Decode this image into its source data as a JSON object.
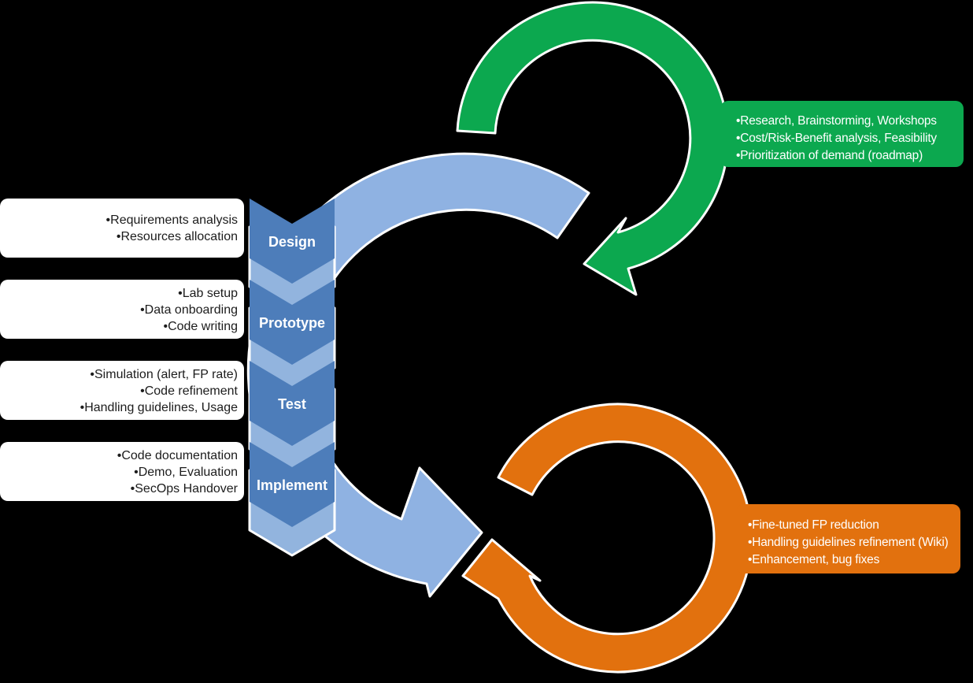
{
  "colors": {
    "background": "#000000",
    "chevron_dark": "#4d7dba",
    "chevron_light": "#92b4de",
    "dev_arc_blue": "#8fb2e2",
    "planning_green": "#0ca84f",
    "operations_orange": "#e2710e",
    "note_box_white": "#ffffff",
    "note_text_dark": "#1c1c1c"
  },
  "process": {
    "steps": [
      {
        "label": "Design",
        "notes": [
          "•Requirements analysis",
          "•Resources allocation"
        ]
      },
      {
        "label": "Prototype",
        "notes": [
          "•Lab setup",
          "•Data onboarding",
          "•Code writing"
        ]
      },
      {
        "label": "Test",
        "notes": [
          "•Simulation (alert, FP rate)",
          "•Code refinement",
          "•Handling guidelines, Usage"
        ]
      },
      {
        "label": "Implement",
        "notes": [
          "•Code documentation",
          "•Demo, Evaluation",
          "•SecOps Handover"
        ]
      }
    ]
  },
  "cycles": {
    "planning": {
      "color": "#0ca84f",
      "items": [
        "•Research, Brainstorming, Workshops",
        "•Cost/Risk-Benefit analysis, Feasibility",
        "•Prioritization of demand (roadmap)"
      ]
    },
    "operations": {
      "color": "#e2710e",
      "items": [
        "•Fine-tuned FP reduction",
        "•Handling guidelines refinement (Wiki)",
        "•Enhancement, bug fixes"
      ]
    }
  }
}
